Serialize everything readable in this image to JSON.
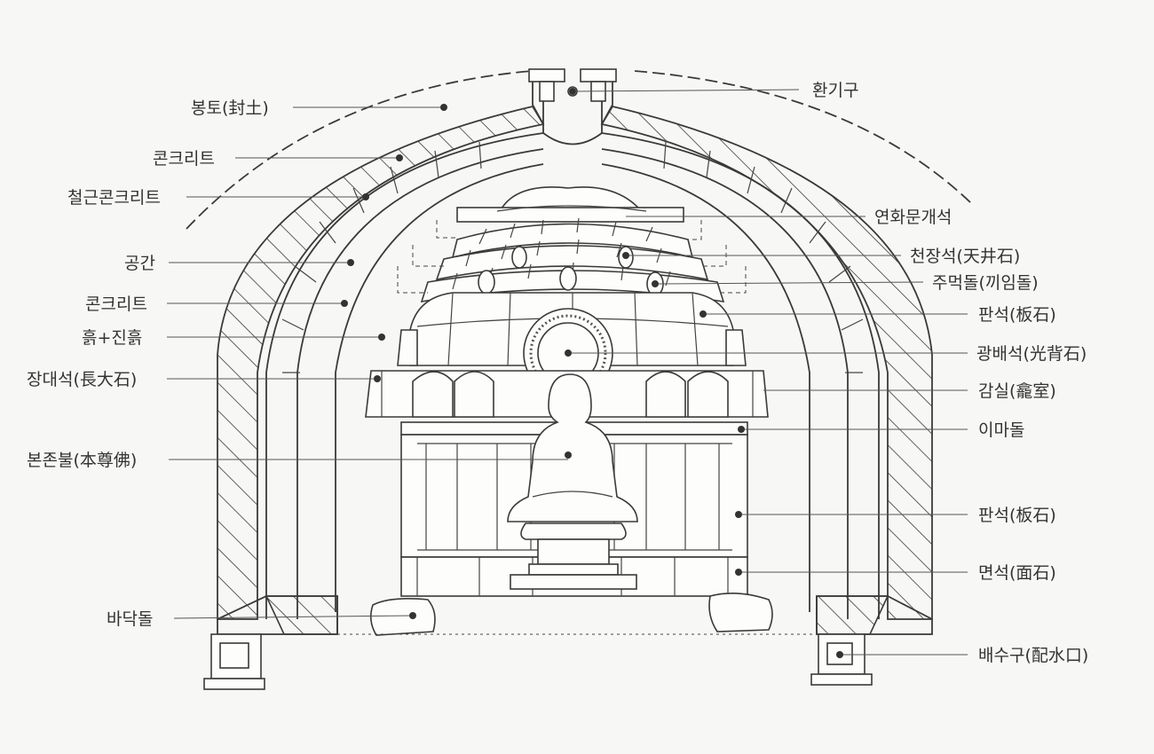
{
  "labels": {
    "vent": "환기구",
    "mound": "봉토(封土)",
    "concrete_outer": "콘크리트",
    "rc_concrete": "철근콘크리트",
    "space": "공간",
    "concrete_inner": "콘크리트",
    "clay_mix": "흙+진흙",
    "long_stone": "장대석(長大石)",
    "main_buddha": "본존불(本尊佛)",
    "floor_stone": "바닥돌",
    "lotus_cover": "연화문개석",
    "ceiling_stone": "천장석(天井石)",
    "wedge_stone": "주먹돌(끼임돌)",
    "slab_upper": "판석(板石)",
    "halo_stone": "광배석(光背石)",
    "niche": "감실(龕室)",
    "lintel": "이마돌",
    "slab_lower": "판석(板石)",
    "face_stone": "면석(面石)",
    "drain": "배수구(配水口)"
  },
  "colors": {
    "ink": "#3a3a3a",
    "paper": "#f7f7f5",
    "leader": "#555555"
  }
}
